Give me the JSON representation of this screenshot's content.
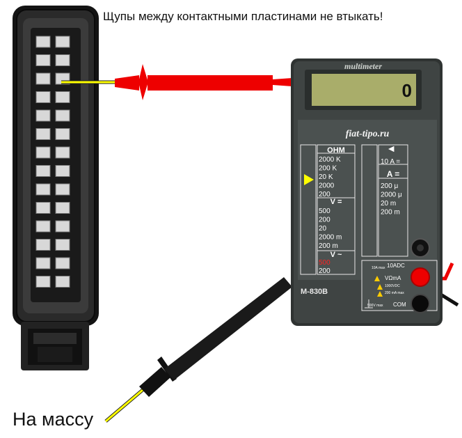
{
  "warning_text": "Щупы между контактными пластинами не втыкать!",
  "ground_label": "На массу",
  "multimeter": {
    "brand": "multimeter",
    "site": "fiat-tipo.ru",
    "model": "M-830B",
    "display_value": "0",
    "ohm_heading": "OHM",
    "ohm_ranges": [
      "2000 K",
      "200 K",
      "20 K",
      "2000",
      "200"
    ],
    "selected_range": "20 K",
    "dcv_heading": "V =",
    "dcv_ranges": [
      "500",
      "200",
      "20",
      "2000 m",
      "200 m"
    ],
    "acv_heading": "V ~",
    "acv_ranges": [
      "500",
      "200"
    ],
    "dca_heading": "A =",
    "dca_10a": "10 A =",
    "dca_ranges": [
      "200 μ",
      "2000 μ",
      "20 m",
      "200 m"
    ],
    "jacks": {
      "adc10": "10ADC",
      "vma": "VΩmA",
      "com": "COM",
      "fuse_10a": "10A max",
      "max_v": "1000VDC",
      "max_ma": "200 mA max",
      "ac_max": "500V max"
    }
  },
  "colors": {
    "red_probe": "#ee0000",
    "black_probe": "#111111",
    "meter_body": "#3f4443",
    "lcd": "#a9ad6a",
    "pointer": "#ffff00"
  }
}
